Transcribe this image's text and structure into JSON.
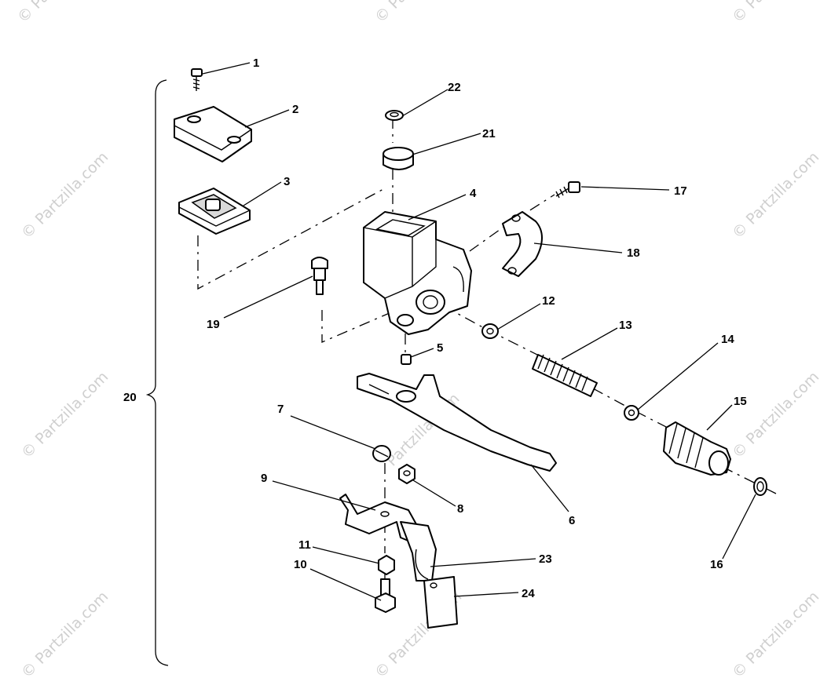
{
  "watermark": "© Partzilla.com",
  "center_watermark": "Partzilla.com",
  "callouts": {
    "c1": "1",
    "c2": "2",
    "c3": "3",
    "c4": "4",
    "c5": "5",
    "c6": "6",
    "c7": "7",
    "c8": "8",
    "c9": "9",
    "c10": "10",
    "c11": "11",
    "c12": "12",
    "c13": "13",
    "c14": "14",
    "c15": "15",
    "c16": "16",
    "c17": "17",
    "c18": "18",
    "c19": "19",
    "c20": "20",
    "c21": "21",
    "c22": "22",
    "c23": "23",
    "c24": "24"
  }
}
